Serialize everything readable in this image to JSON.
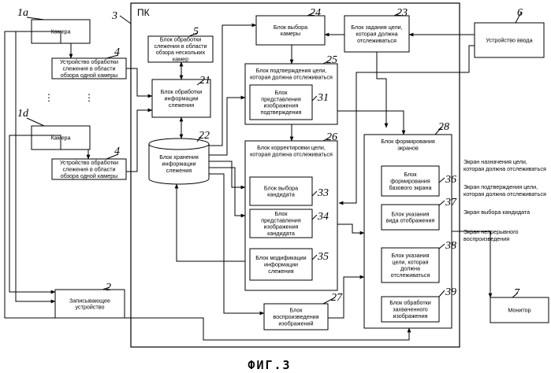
{
  "pc_label": "ПК",
  "figure_caption": "ФИГ.3",
  "ellipsis": "⋮",
  "blocks": {
    "camera_1a": {
      "num": "1a",
      "lines": [
        "Камера"
      ]
    },
    "camera_1d": {
      "num": "1d",
      "lines": [
        "Камера"
      ]
    },
    "single_tracker_1": {
      "num": "4",
      "lines": [
        "Устройство обработки",
        "слежения в области",
        "обзора одной камеры"
      ]
    },
    "single_tracker_2": {
      "num": "4",
      "lines": [
        "Устройство обработки",
        "слежения в области",
        "обзора одной камеры"
      ]
    },
    "multi_tracker": {
      "num": "5",
      "lines": [
        "Блок обработки",
        "слежения в области",
        "обзора нескольких",
        "камер"
      ]
    },
    "tracking_info": {
      "num": "21",
      "lines": [
        "Блок обработки",
        "информации",
        "слежения"
      ]
    },
    "tracking_storage": {
      "num": "22",
      "lines": [
        "Блок хранения",
        "информации",
        "слежения"
      ]
    },
    "camera_select": {
      "num": "24",
      "lines": [
        "Блок выбора",
        "камеры"
      ]
    },
    "target_setting": {
      "num": "23",
      "lines": [
        "Блок задания цели,",
        "которая должна",
        "отслеживаться"
      ]
    },
    "input_device": {
      "num": "6",
      "lines": [
        "Устройство ввода"
      ]
    },
    "confirm_unit": {
      "num": "25",
      "lines": [
        "Блок подтверждения цели,",
        "которая должна отслеживаться"
      ]
    },
    "confirm_image": {
      "num": "31",
      "lines": [
        "Блок",
        "представления",
        "изображения",
        "подтверждения"
      ]
    },
    "correct_unit": {
      "num": "26",
      "lines": [
        "Блок корректировки цели,",
        "которая должна отслеживаться"
      ]
    },
    "candidate_select": {
      "num": "33",
      "lines": [
        "Блок выбора",
        "кандидата"
      ]
    },
    "candidate_image": {
      "num": "34",
      "lines": [
        "Блок",
        "представления",
        "изображения",
        "кандидата"
      ]
    },
    "modify_info": {
      "num": "35",
      "lines": [
        "Блок модификации",
        "информации",
        "слежения"
      ]
    },
    "screen_forming": {
      "num": "28",
      "lines": [
        "Блок формирования",
        "экранов"
      ]
    },
    "base_screen": {
      "num": "36",
      "lines": [
        "Блок",
        "формирования",
        "базового экрана"
      ]
    },
    "view_type": {
      "num": "37",
      "lines": [
        "Блок указания",
        "вида отображения"
      ]
    },
    "target_indicate": {
      "num": "38",
      "lines": [
        "Блок указания",
        "цели, которая",
        "должна",
        "отслеживаться"
      ]
    },
    "captured_image": {
      "num": "39",
      "lines": [
        "Блок обработки",
        "захваченного",
        "изображения"
      ]
    },
    "playback": {
      "num": "27",
      "lines": [
        "Блок",
        "воспроизведения",
        "изображений"
      ]
    },
    "recorder": {
      "num": "2",
      "lines": [
        "Записывающее",
        "устройство"
      ]
    },
    "monitor": {
      "num": "7",
      "lines": [
        "Монитор"
      ]
    },
    "pc_num": {
      "num": "3",
      "lines": []
    }
  },
  "screen_list": [
    [
      "Экран назначения цели,",
      "которая должна отслеживаться"
    ],
    [
      "Экран подтверждения цели,",
      "которая должна отслеживаться"
    ],
    [
      "Экран выбора кандидата"
    ],
    [
      "Экран непрерывного",
      "воспроизведения"
    ]
  ]
}
